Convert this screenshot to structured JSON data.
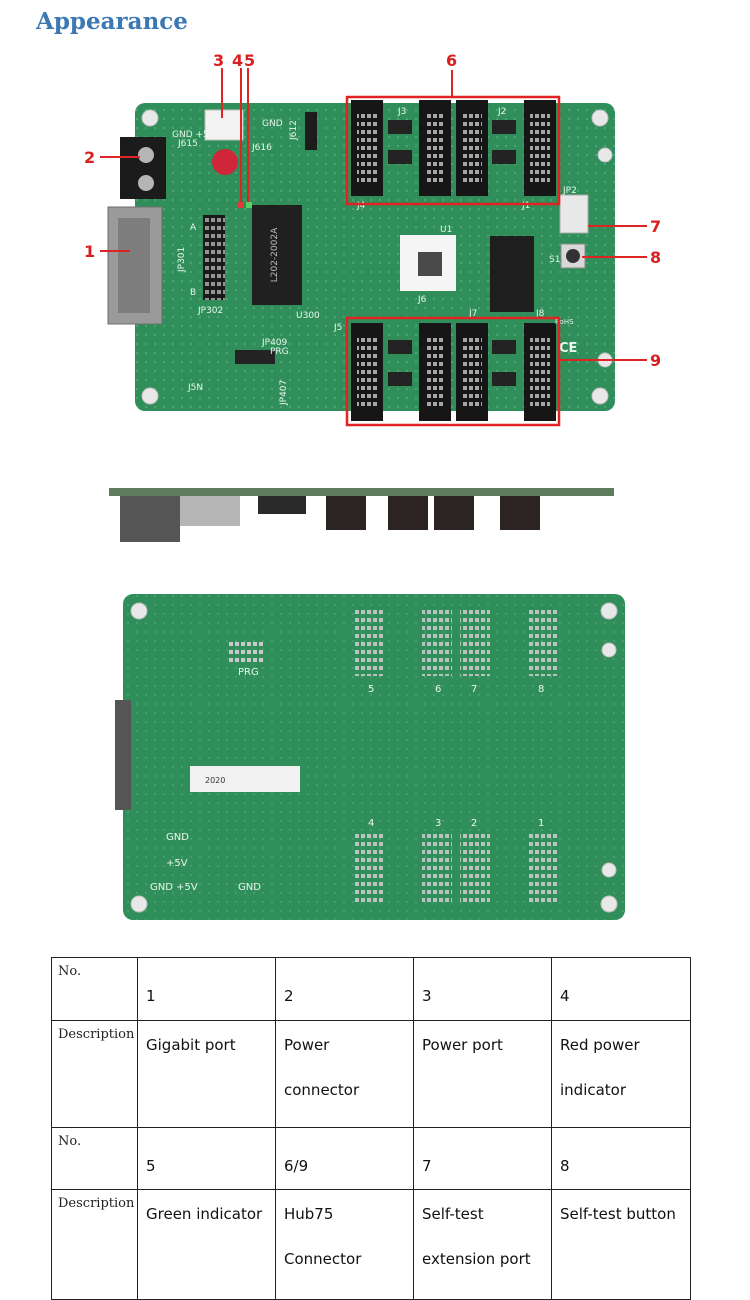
{
  "page_title": "Appearance",
  "callouts": {
    "c1": "1",
    "c2": "2",
    "c3": "3",
    "c4": "4",
    "c5": "5",
    "c6": "6",
    "c7": "7",
    "c8": "8",
    "c9": "9"
  },
  "board_front_labels": {
    "gnd_5v": "GND +5V",
    "j615": "J615",
    "j616": "J616",
    "gnd": "GND",
    "j612": "J612",
    "j3": "J3",
    "j2": "J2",
    "j4": "J4",
    "j1": "J1",
    "u1": "U1",
    "jp2": "JP2",
    "s1": "S1",
    "jp301": "JP301",
    "jp302": "JP302",
    "a": "A",
    "b": "B",
    "chip": "L202-2002A",
    "u300": "U300",
    "j5": "J5",
    "j6": "J6",
    "j7": "J7",
    "j8": "J8",
    "jp409": "JP409",
    "prg": "PRG",
    "j5n": "J5N",
    "jp407": "JP407",
    "ce": "CE",
    "rohs": "RoHS"
  },
  "board_back_labels": {
    "prg": "PRG",
    "n5": "5",
    "n6": "6",
    "n7": "7",
    "n8": "8",
    "n4": "4",
    "n3": "3",
    "n2": "2",
    "n1": "1",
    "gnd": "GND",
    "plus5v": "+5V",
    "gnd_5v": "GND +5V",
    "gnd2": "GND",
    "year": "2020"
  },
  "table": {
    "header_no": "No.",
    "header_desc": "Description",
    "row1_nums": [
      "1",
      "2",
      "3",
      "4"
    ],
    "row1_desc": [
      [
        "Gigabit port"
      ],
      [
        "Power",
        "connector"
      ],
      [
        "Power port"
      ],
      [
        "Red power",
        "indicator"
      ]
    ],
    "row2_nums": [
      "5",
      "6/9",
      "7",
      "8"
    ],
    "row2_desc": [
      [
        "Green indicator"
      ],
      [
        "Hub75",
        "Connector"
      ],
      [
        "Self-test",
        "extension port"
      ],
      [
        "Self-test button"
      ]
    ]
  },
  "colors": {
    "heading": "#3c78b4",
    "callout": "#d82020",
    "pcb": "#2e8b57"
  }
}
